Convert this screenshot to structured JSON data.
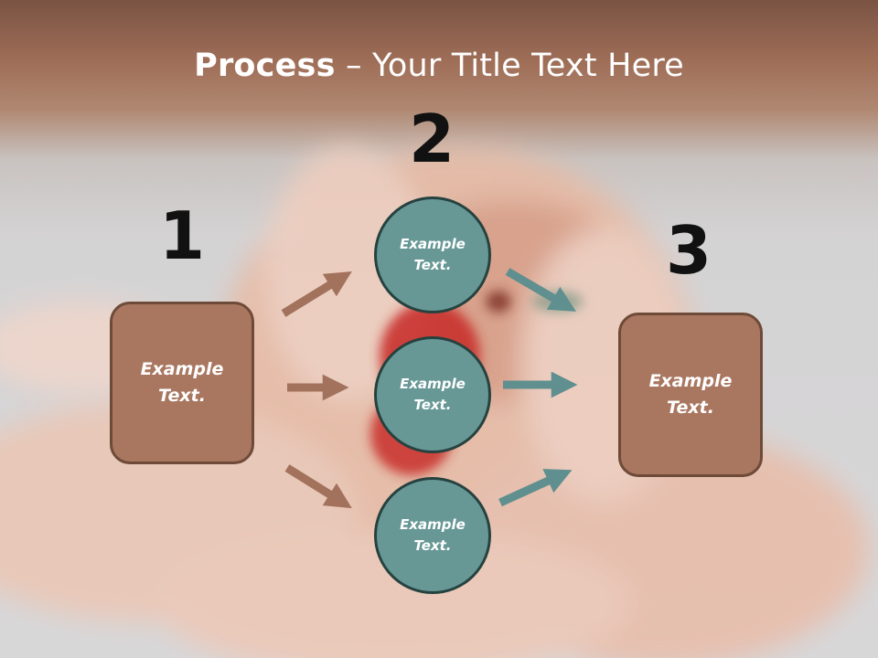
{
  "slide": {
    "title_bold": "Process",
    "title_rest": " – Your Title Text Here"
  },
  "steps": {
    "one": {
      "number": "1",
      "text": "Example Text."
    },
    "two": {
      "number": "2"
    },
    "three": {
      "number": "3",
      "text": "Example Text."
    }
  },
  "circles": [
    {
      "text": "Example Text."
    },
    {
      "text": "Example Text."
    },
    {
      "text": "Example Text."
    }
  ],
  "colors": {
    "box_fill": "#a97760",
    "box_border": "#6e4a38",
    "circle_fill": "#679896",
    "circle_border": "#26423f",
    "brown_arrow": "#a3725c",
    "teal_arrow": "#5f8f8e"
  }
}
